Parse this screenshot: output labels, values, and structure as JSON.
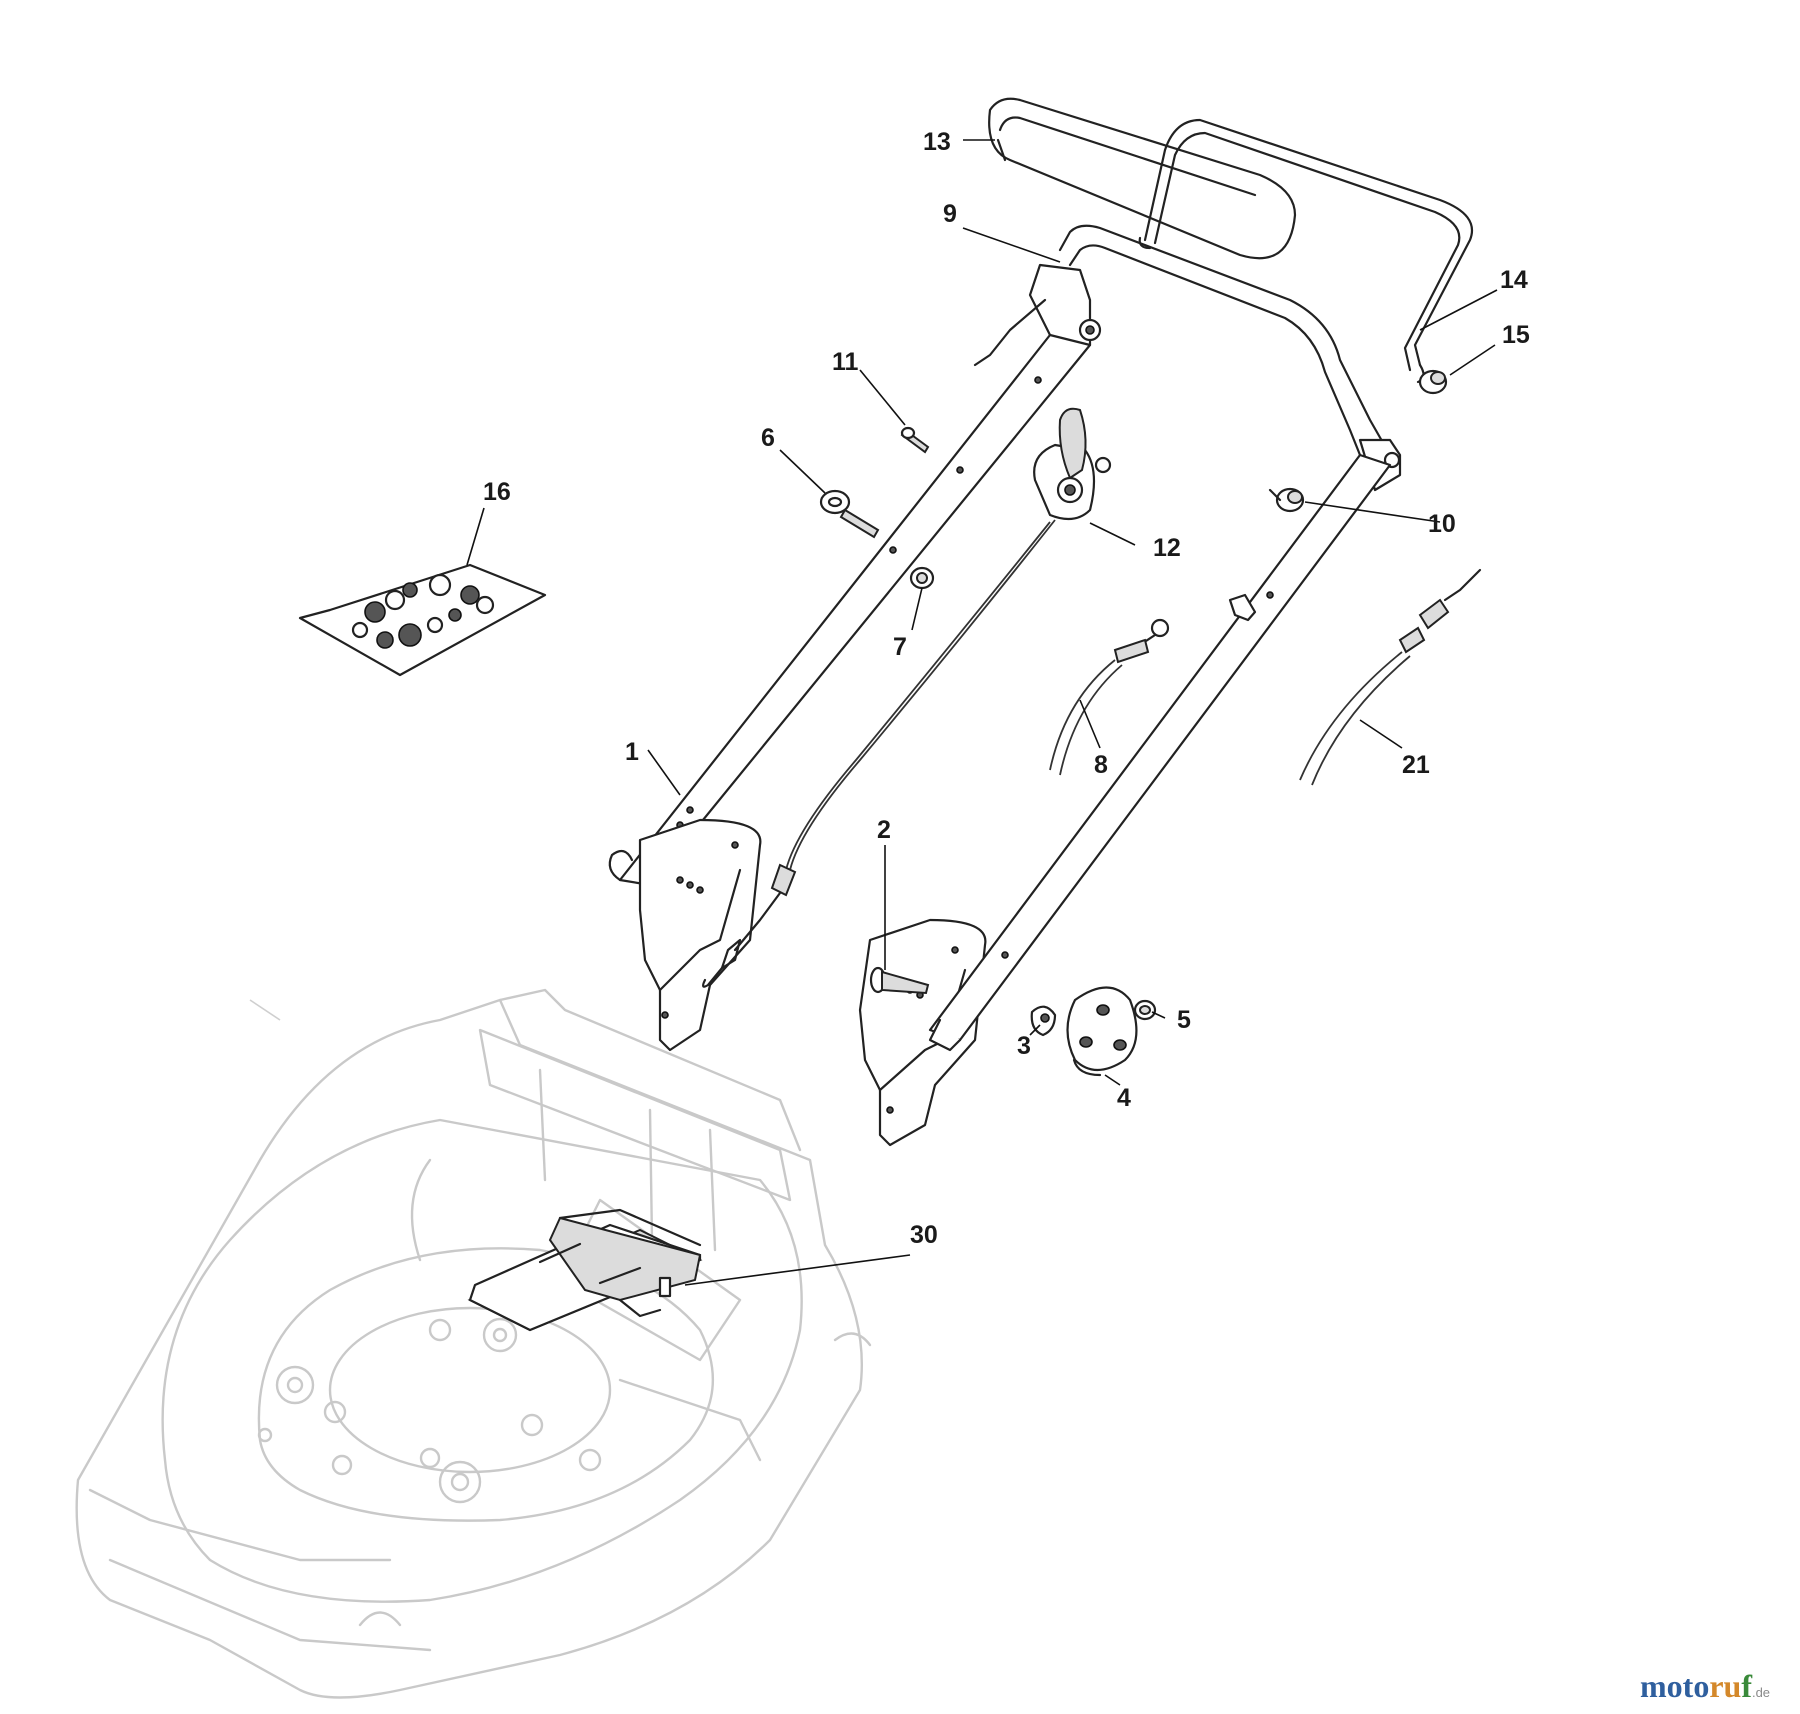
{
  "callouts": {
    "c1": "1",
    "c2": "2",
    "c3": "3",
    "c4": "4",
    "c5": "5",
    "c6": "6",
    "c7": "7",
    "c8": "8",
    "c9": "9",
    "c10": "10",
    "c11": "11",
    "c12": "12",
    "c13": "13",
    "c14": "14",
    "c15": "15",
    "c16": "16",
    "c21": "21",
    "c30": "30"
  },
  "watermark": {
    "brand_prefix": "moto",
    "brand_mid": "ru",
    "brand_suffix": "f",
    "tld": ".de",
    "colors": {
      "prefix": "#2f5f9e",
      "mid": "#d4882a",
      "suffix": "#3a8a3a"
    }
  }
}
